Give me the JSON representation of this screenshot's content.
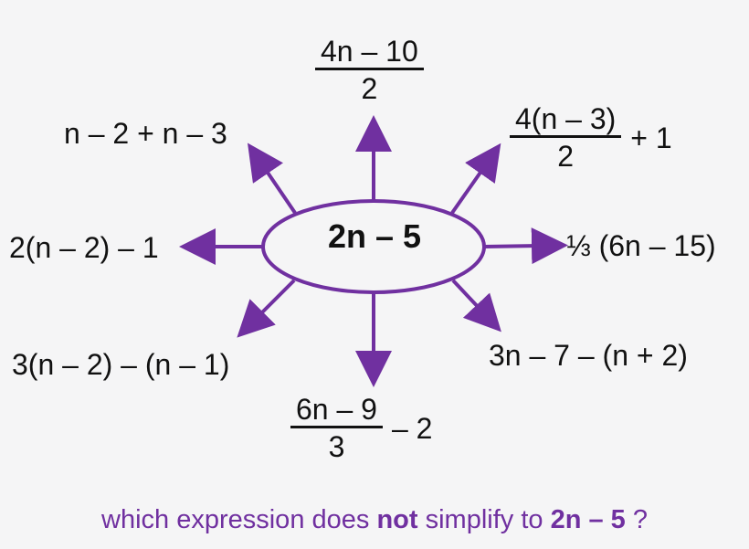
{
  "colors": {
    "accent": "#7030a0",
    "text": "#111111",
    "background": "#f5f5f6"
  },
  "center": {
    "expression": "2n – 5"
  },
  "expressions": {
    "top": {
      "numerator": "4n – 10",
      "denominator": "2"
    },
    "top_right": {
      "numerator": "4(n – 3)",
      "denominator": "2",
      "tail": "+  1"
    },
    "top_left": {
      "text": "n – 2 + n – 3"
    },
    "left": {
      "text": "2(n – 2) – 1"
    },
    "right": {
      "text": "⅓ (6n – 15)"
    },
    "bottom_left": {
      "text": "3(n – 2) – (n – 1)"
    },
    "bottom_right": {
      "text": "3n – 7 – (n + 2)"
    },
    "bottom": {
      "numerator": "6n – 9",
      "denominator": "3",
      "tail": "–  2"
    }
  },
  "question": {
    "prefix": "which expression does ",
    "emphasis": "not",
    "middle": " simplify to ",
    "target": "2n – 5",
    "suffix": " ?"
  }
}
